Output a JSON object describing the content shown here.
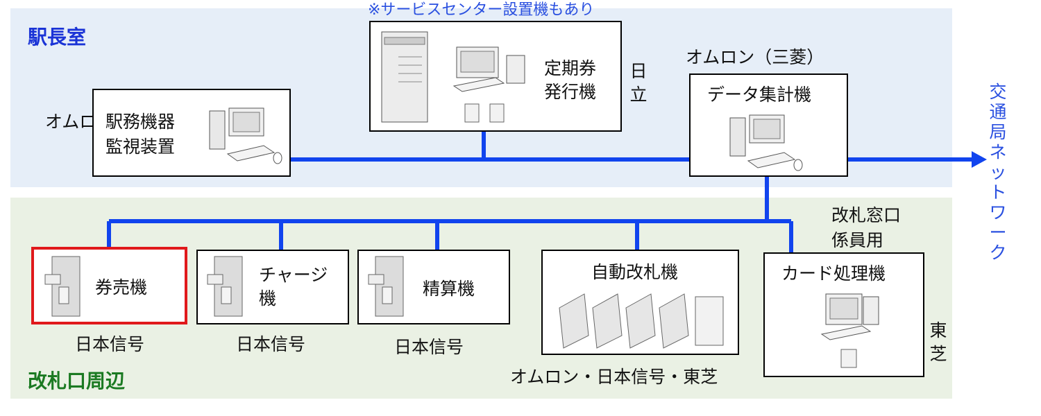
{
  "station_office": {
    "title": "駅長室",
    "note": "※サービスセンター設置機もあり",
    "monitor": {
      "vendor": "オムロン",
      "label": "駅務機器\n監視装置"
    },
    "commuter_pass_issuer": {
      "label": "定期券\n発行機",
      "vendor": "日\n立"
    },
    "data_aggregator": {
      "vendor": "オムロン（三菱）",
      "label": "データ集計機"
    }
  },
  "network": {
    "label": "交\n通\n局\nネ\nッ\nト\nワ\nー\nク"
  },
  "gate_area": {
    "title": "改札口周辺",
    "ticket_vending": {
      "label": "券売機",
      "vendor": "日本信号"
    },
    "charge": {
      "label": "チャージ\n機",
      "vendor": "日本信号"
    },
    "fare_adjust": {
      "label": "精算機",
      "vendor": "日本信号"
    },
    "auto_gate": {
      "label": "自動改札機",
      "vendor": "オムロン・日本信号・東芝"
    },
    "card_processor": {
      "label": "カード処理機",
      "note": "改札窓口\n係員用",
      "vendor": "東\n芝"
    }
  },
  "colors": {
    "line": "#1144ee",
    "highlight": "#e0191b",
    "title_blue": "#1a33d6",
    "title_green": "#1b7a22",
    "note_blue": "#2a50e0",
    "network_text": "#2a50e0"
  }
}
